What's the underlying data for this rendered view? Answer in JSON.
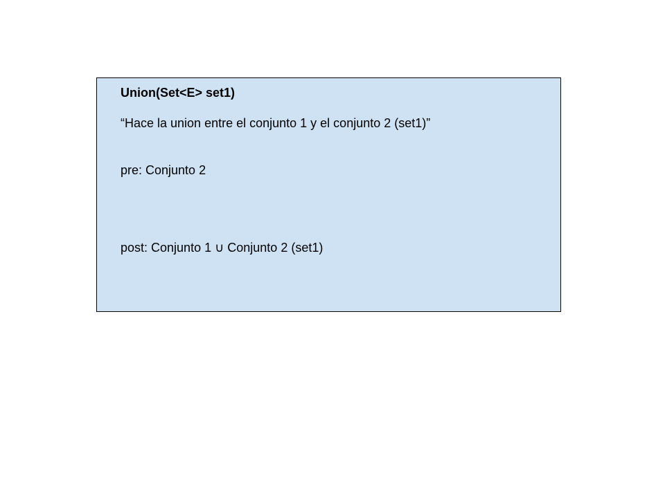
{
  "spec": {
    "title": "Union(Set<E> set1)",
    "description": "“Hace la union entre el conjunto 1 y el conjunto 2 (set1)”",
    "pre": "pre: Conjunto 2",
    "post": "post: Conjunto 1 ∪ Conjunto 2 (set1)"
  },
  "colors": {
    "box_fill": "#cfe2f3",
    "box_border": "#000000",
    "text": "#000000",
    "background": "#ffffff"
  }
}
